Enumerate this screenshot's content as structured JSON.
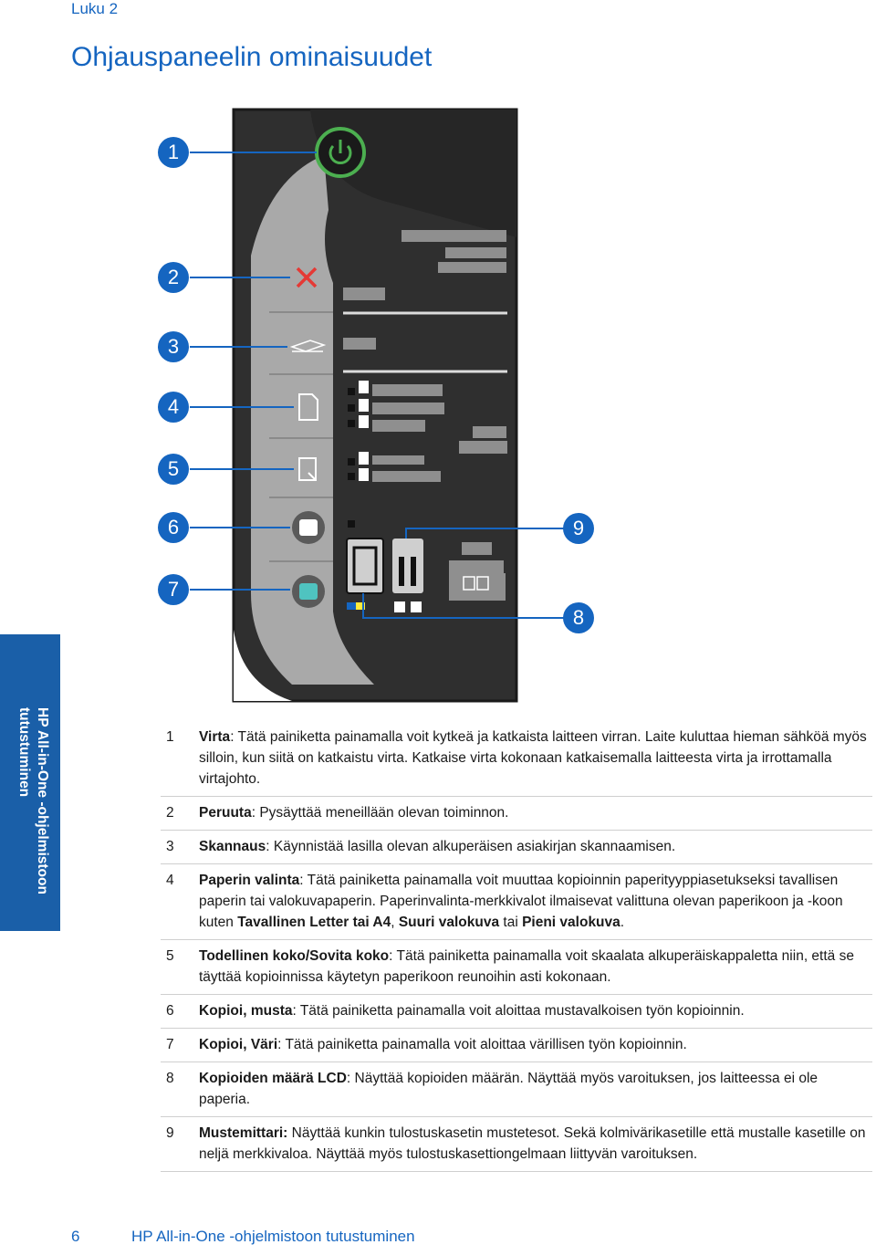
{
  "header": {
    "chapter": "Luku 2",
    "title": "Ohjauspaneelin ominaisuudet"
  },
  "side_tab": {
    "line1": "HP All-in-One -ohjelmistoon",
    "line2": "tutustuminen"
  },
  "diagram": {
    "callouts": [
      "1",
      "2",
      "3",
      "4",
      "5",
      "6",
      "7",
      "8",
      "9"
    ],
    "icons": [
      "power-icon",
      "cancel-icon",
      "scan-icon",
      "paper-select-icon",
      "actual-size-icon",
      "copy-black-icon",
      "copy-color-icon",
      "lcd-digit",
      "ink-gauge"
    ],
    "colors": {
      "power_ring": "#4caf50",
      "cancel": "#e53935",
      "color_button": "#4fc3c0",
      "panel": "#3a3a3a",
      "callout": "#1565c0"
    }
  },
  "descriptions": [
    {
      "num": "1",
      "term": "Virta",
      "sep": ": ",
      "text": "Tätä painiketta painamalla voit kytkeä ja katkaista laitteen virran. Laite kuluttaa hieman sähköä myös silloin, kun siitä on katkaistu virta. Katkaise virta kokonaan katkaisemalla laitteesta virta ja irrottamalla virtajohto."
    },
    {
      "num": "2",
      "term": "Peruuta",
      "sep": ": ",
      "text": "Pysäyttää meneillään olevan toiminnon."
    },
    {
      "num": "3",
      "term": "Skannaus",
      "sep": ": ",
      "text": "Käynnistää lasilla olevan alkuperäisen asiakirjan skannaamisen."
    },
    {
      "num": "4",
      "term": "Paperin valinta",
      "sep": ": ",
      "text": "Tätä painiketta painamalla voit muuttaa kopioinnin paperityyppiasetukseksi tavallisen paperin tai valokuvapaperin. Paperinvalinta-merkkivalot ilmaisevat valittuna olevan paperikoon ja -koon kuten ",
      "b1": "Tavallinen Letter tai A4",
      "t2": ", ",
      "b2": "Suuri valokuva",
      "t3": " tai ",
      "b3": "Pieni valokuva",
      "t4": "."
    },
    {
      "num": "5",
      "term": "Todellinen koko/Sovita koko",
      "sep": ": ",
      "text": "Tätä painiketta painamalla voit skaalata alkuperäiskappaletta niin, että se täyttää kopioinnissa käytetyn paperikoon reunoihin asti kokonaan."
    },
    {
      "num": "6",
      "term": "Kopioi, musta",
      "sep": ": ",
      "text": "Tätä painiketta painamalla voit aloittaa mustavalkoisen työn kopioinnin."
    },
    {
      "num": "7",
      "term": "Kopioi, Väri",
      "sep": ": ",
      "text": "Tätä painiketta painamalla voit aloittaa värillisen työn kopioinnin."
    },
    {
      "num": "8",
      "term": "Kopioiden määrä LCD",
      "sep": ": ",
      "text": "Näyttää kopioiden määrän. Näyttää myös varoituksen, jos laitteessa ei ole paperia."
    },
    {
      "num": "9",
      "term": "Mustemittari:",
      "sep": " ",
      "text": "Näyttää kunkin tulostuskasetin mustetesot. Sekä kolmivärikasetille että mustalle kasetille on neljä merkkivaloa. Näyttää myös tulostuskasettiongelmaan liittyvän varoituksen."
    }
  ],
  "footer": {
    "page": "6",
    "text": "HP All-in-One -ohjelmistoon tutustuminen"
  }
}
